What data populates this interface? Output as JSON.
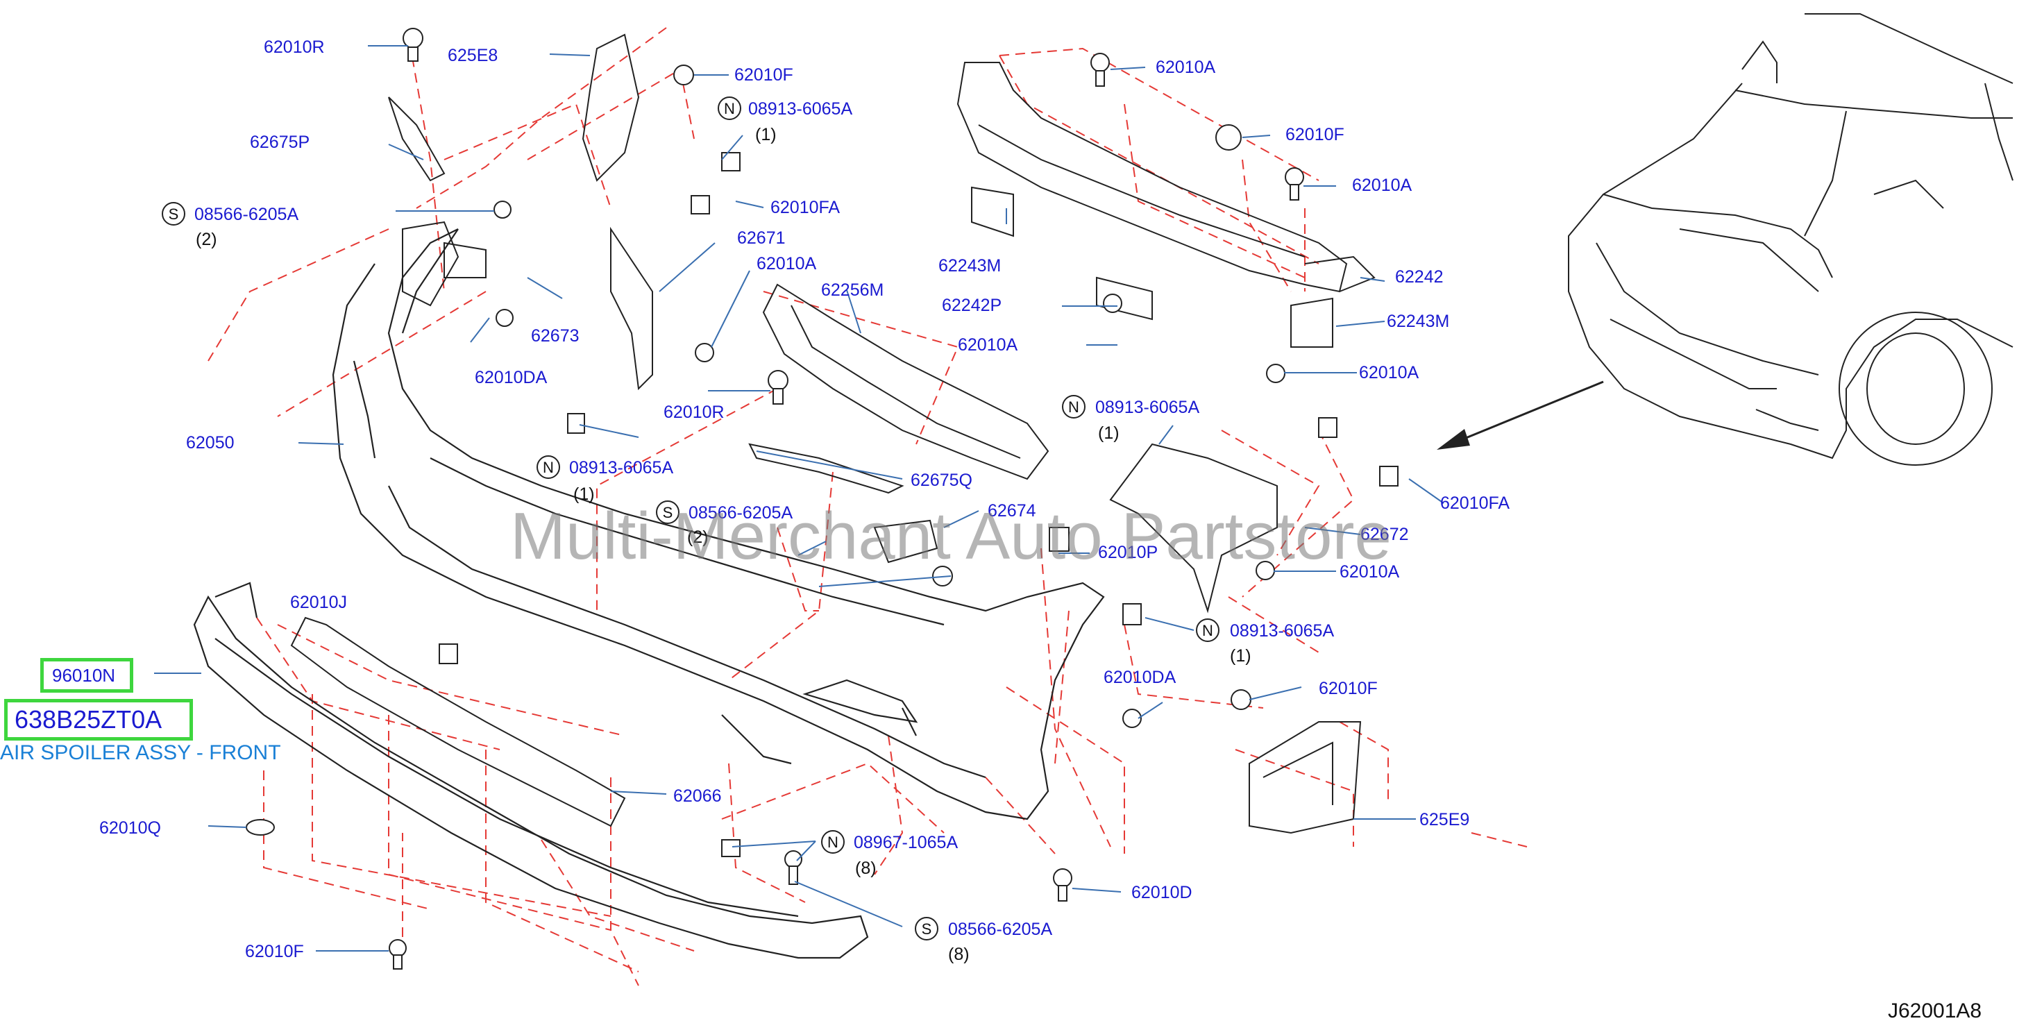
{
  "labels": {
    "l62010R_top": "62010R",
    "l625E8": "625E8",
    "l62010F_top": "62010F",
    "l08913_1": "08913-6065A",
    "l62675P": "62675P",
    "l08566_1": "08566-6205A",
    "l62010FA_1": "62010FA",
    "l62671": "62671",
    "l62010A_mid": "62010A",
    "l62673": "62673",
    "l62256M": "62256M",
    "l62010DA_1": "62010DA",
    "l62050": "62050",
    "l62010R_mid": "62010R",
    "l08913_2": "08913-6065A",
    "l62675Q": "62675Q",
    "l08566_2": "08566-6205A",
    "l62674": "62674",
    "l62010J": "62010J",
    "l62010P": "62010P",
    "l62010A_r1": "62010A",
    "l62010F_r": "62010F",
    "l62010A_r2": "62010A",
    "l62243M_l": "62243M",
    "l62242P": "62242P",
    "l62010A_r3": "62010A",
    "l62242": "62242",
    "l62243M_r": "62243M",
    "l62010A_r4": "62010A",
    "l08913_3": "08913-6065A",
    "l62010FA_2": "62010FA",
    "l62672": "62672",
    "l62010A_r5": "62010A",
    "l08913_4": "08913-6065A",
    "l62010DA_2": "62010DA",
    "l62010F_r2": "62010F",
    "l62066": "62066",
    "l625E9": "625E9",
    "l62010Q": "62010Q",
    "l08967": "08967-1065A",
    "l62010D": "62010D",
    "l08566_3": "08566-6205A",
    "l62010F_bot": "62010F"
  },
  "quantities": {
    "q_08913_1": "(1)",
    "q_08566_1": "(2)",
    "q_08913_2": "(1)",
    "q_08566_2": "(2)",
    "q_08913_3": "(1)",
    "q_08913_4": "(1)",
    "q_08967": "(8)",
    "q_08566_3": "(8)"
  },
  "badges": {
    "n": "N",
    "s": "S"
  },
  "highlight": {
    "part_96010N": "96010N",
    "part_number": "638B25ZT0A",
    "caption": "AIR SPOILER ASSY - FRONT"
  },
  "watermark": "Multi-Merchant Auto Partstore",
  "diagram_code": "J62001A8",
  "colors": {
    "label": "#1a1ad0",
    "leader": "#3a6fb0",
    "dash": "#e53935",
    "highlight_border": "#3ed63e",
    "caption": "#1a80d6"
  }
}
